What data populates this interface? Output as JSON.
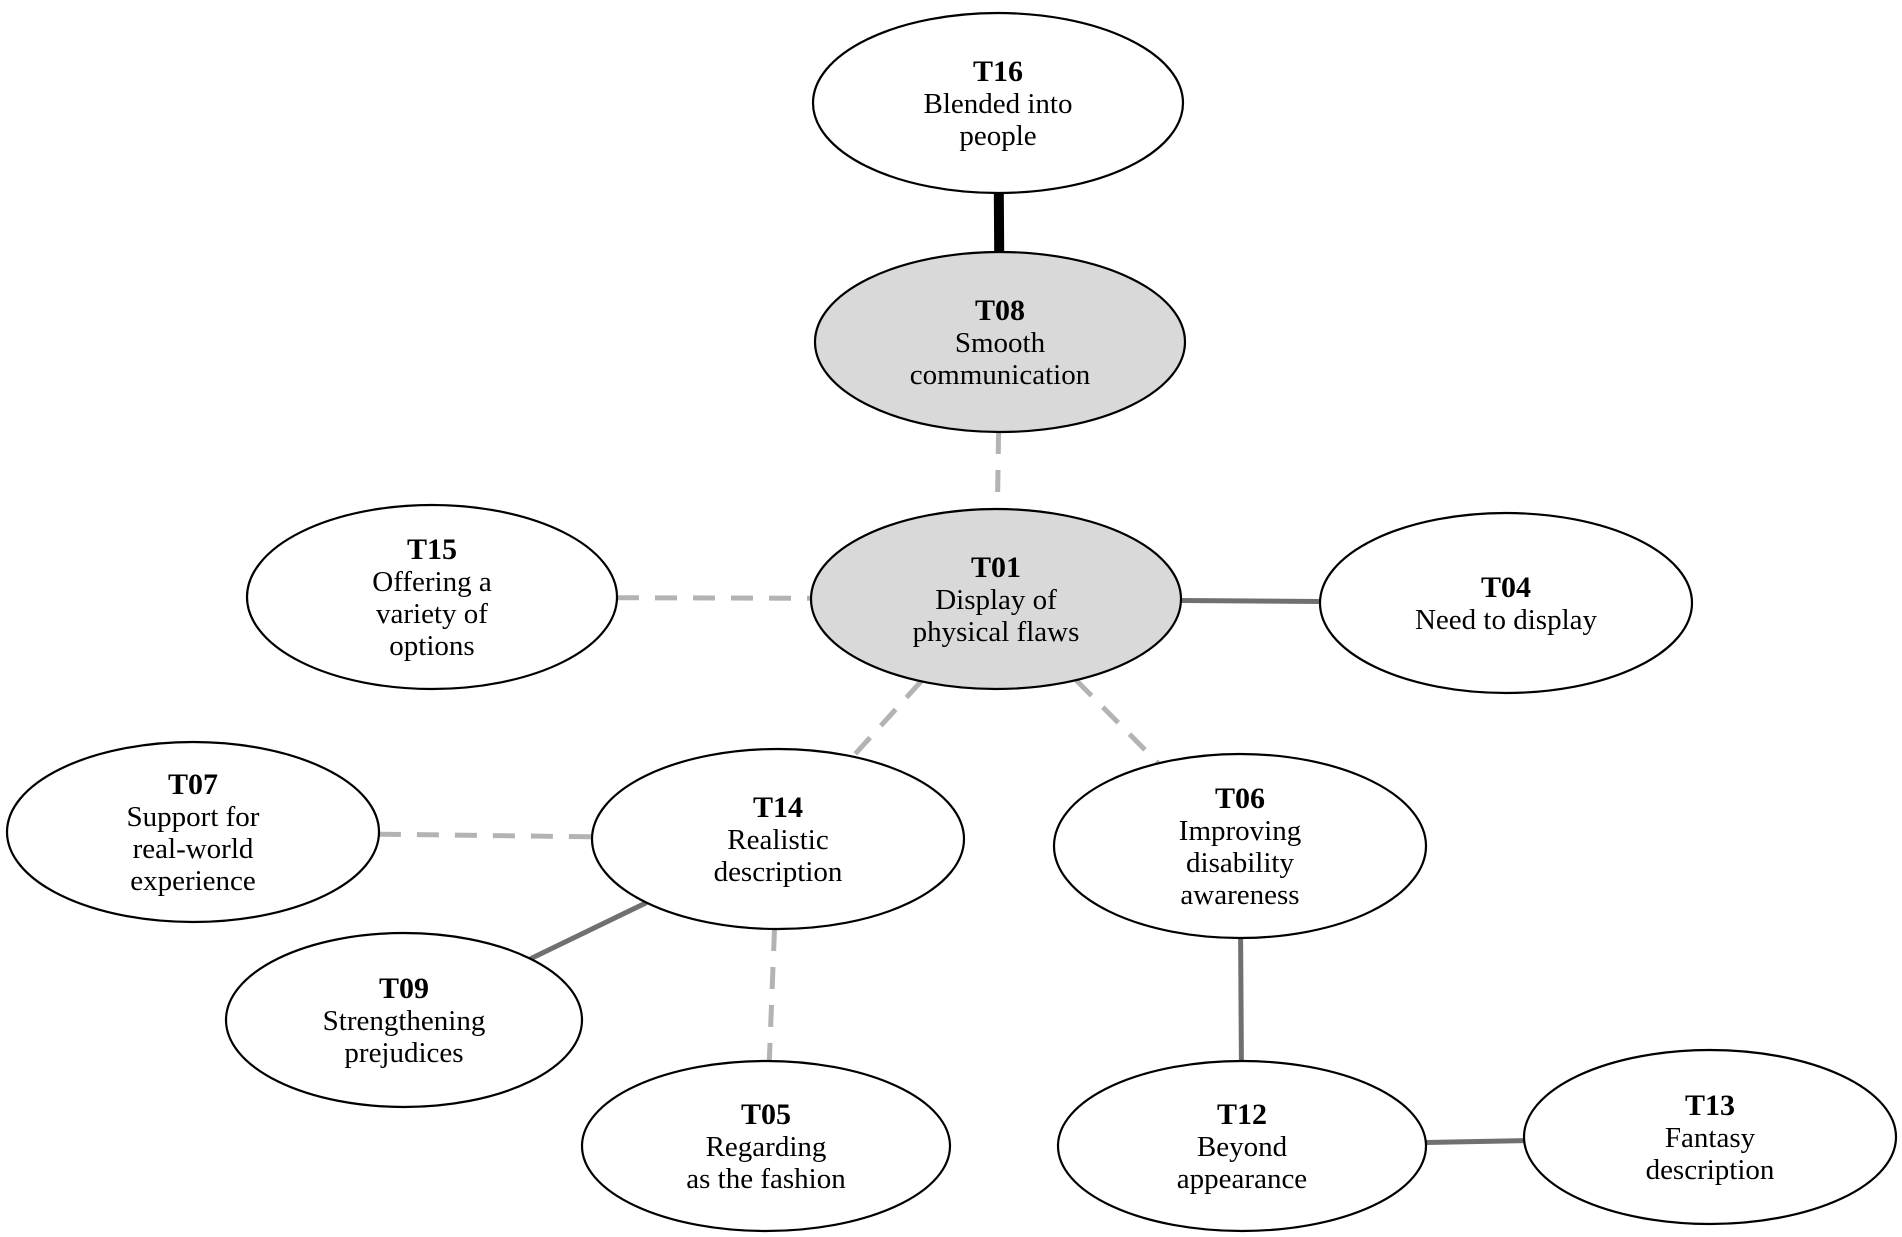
{
  "nodes": [
    {
      "id": "T16",
      "code": "T16",
      "lines": [
        "Blended into",
        "people"
      ],
      "fill": "#ffffff"
    },
    {
      "id": "T08",
      "code": "T08",
      "lines": [
        "Smooth",
        "communication"
      ],
      "fill": "#d9d9d9"
    },
    {
      "id": "T15",
      "code": "T15",
      "lines": [
        "Offering a",
        "variety of",
        "options"
      ],
      "fill": "#ffffff"
    },
    {
      "id": "T01",
      "code": "T01",
      "lines": [
        "Display of",
        "physical flaws"
      ],
      "fill": "#d9d9d9"
    },
    {
      "id": "T04",
      "code": "T04",
      "lines": [
        "Need to display"
      ],
      "fill": "#ffffff"
    },
    {
      "id": "T07",
      "code": "T07",
      "lines": [
        "Support for",
        "real-world",
        "experience"
      ],
      "fill": "#ffffff"
    },
    {
      "id": "T14",
      "code": "T14",
      "lines": [
        "Realistic",
        "description"
      ],
      "fill": "#ffffff"
    },
    {
      "id": "T06",
      "code": "T06",
      "lines": [
        "Improving",
        "disability",
        "awareness"
      ],
      "fill": "#ffffff"
    },
    {
      "id": "T09",
      "code": "T09",
      "lines": [
        "Strengthening",
        "prejudices"
      ],
      "fill": "#ffffff"
    },
    {
      "id": "T05",
      "code": "T05",
      "lines": [
        "Regarding",
        "as the fashion"
      ],
      "fill": "#ffffff"
    },
    {
      "id": "T12",
      "code": "T12",
      "lines": [
        "Beyond",
        "appearance"
      ],
      "fill": "#ffffff"
    },
    {
      "id": "T13",
      "code": "T13",
      "lines": [
        "Fantasy",
        "description"
      ],
      "fill": "#ffffff"
    }
  ],
  "edges": [
    {
      "from": "T16",
      "to": "T08",
      "style": "bold"
    },
    {
      "from": "T08",
      "to": "T01",
      "style": "dashed"
    },
    {
      "from": "T15",
      "to": "T01",
      "style": "dashed"
    },
    {
      "from": "T01",
      "to": "T04",
      "style": "solid"
    },
    {
      "from": "T01",
      "to": "T14",
      "style": "dashed"
    },
    {
      "from": "T01",
      "to": "T06",
      "style": "dashed"
    },
    {
      "from": "T07",
      "to": "T14",
      "style": "dashed"
    },
    {
      "from": "T14",
      "to": "T09",
      "style": "solid"
    },
    {
      "from": "T14",
      "to": "T05",
      "style": "dashed"
    },
    {
      "from": "T06",
      "to": "T12",
      "style": "solid"
    },
    {
      "from": "T12",
      "to": "T13",
      "style": "solid"
    }
  ]
}
